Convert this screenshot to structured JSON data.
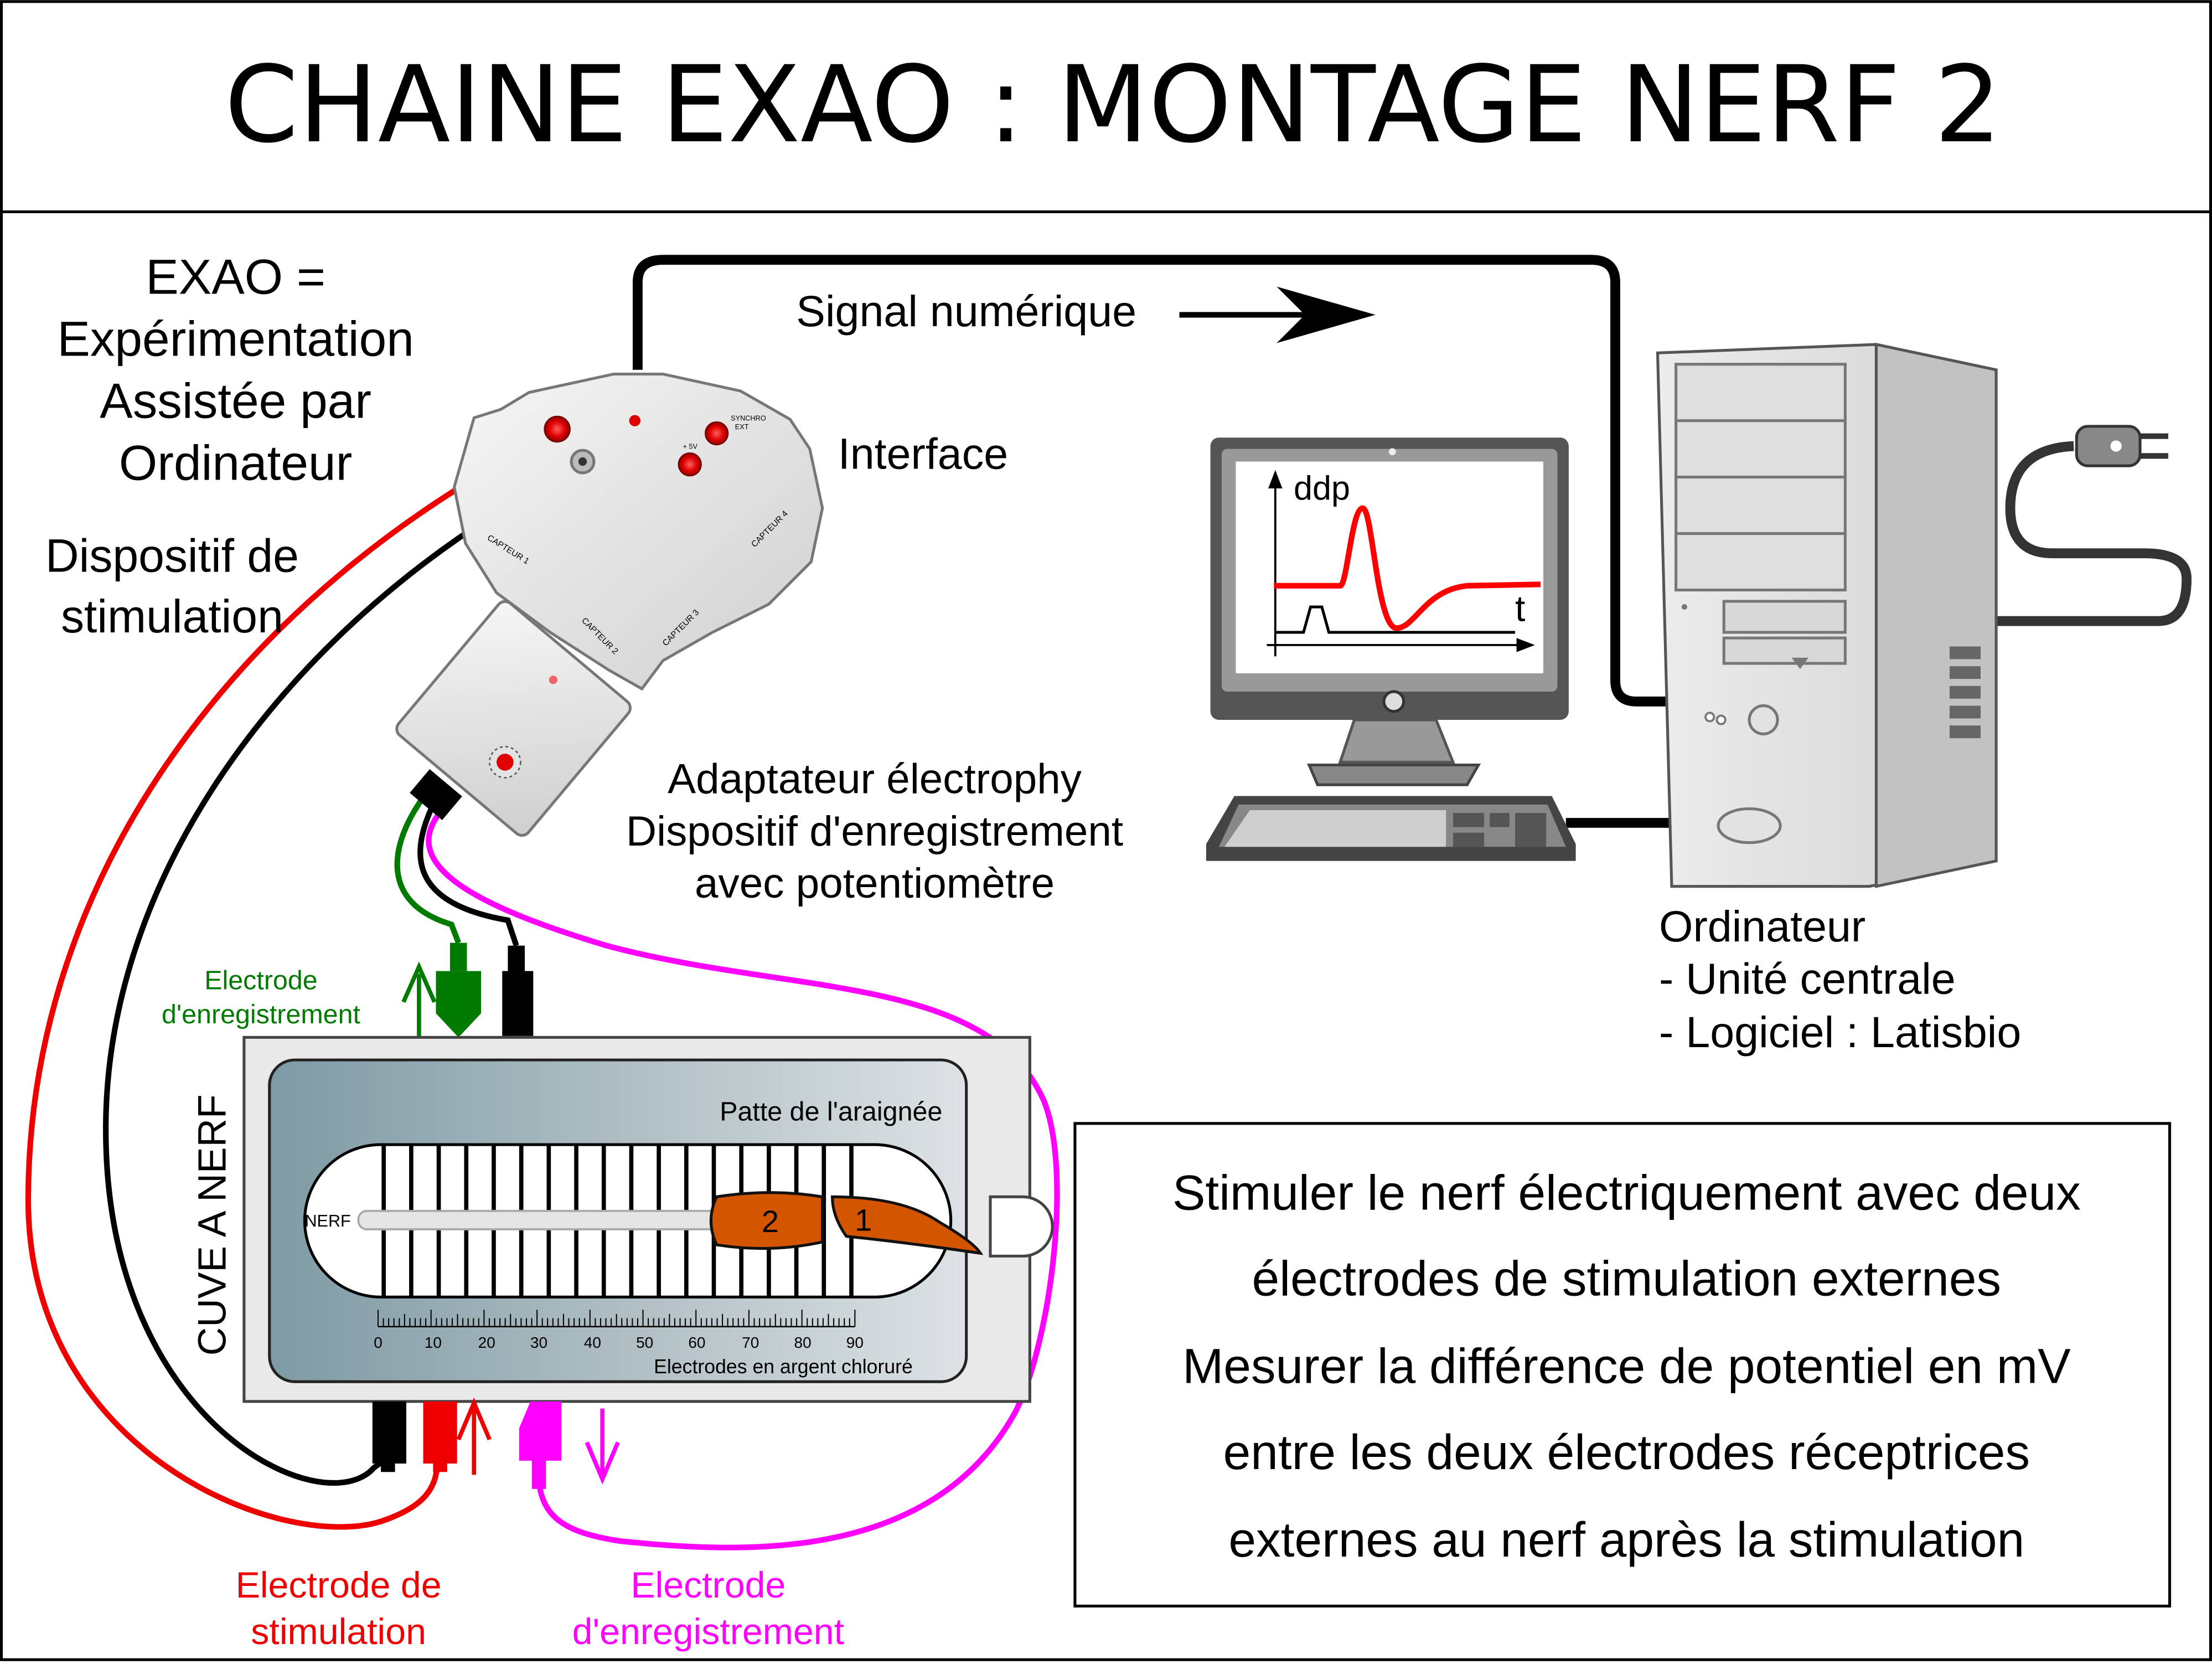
{
  "title": "CHAINE EXAO : MONTAGE NERF 2",
  "exao": {
    "line1": "EXAO =",
    "line2": "Expérimentation",
    "line3": "Assistée par",
    "line4": "Ordinateur"
  },
  "stim_device": {
    "line1": "Dispositif de",
    "line2": "stimulation"
  },
  "signal_label": "Signal numérique",
  "interface": {
    "label": "Interface",
    "synchro1": "SYNCHRO",
    "synchro2": "EXT",
    "plus5v": "+ 5V",
    "capteur1": "CAPTEUR 1",
    "capteur2": "CAPTEUR 2",
    "capteur3": "CAPTEUR 3",
    "capteur4": "CAPTEUR 4"
  },
  "adapter": {
    "line1": "Adaptateur électrophy",
    "line2": "Dispositif d'enregistrement",
    "line3": "avec potentiomètre"
  },
  "screen": {
    "ylabel": "ddp",
    "xlabel": "t"
  },
  "computer": {
    "line1": "Ordinateur",
    "line2": "- Unité centrale",
    "line3": "- Logiciel : Latisbio"
  },
  "electrode_green": {
    "line1": "Electrode",
    "line2": "d'enregistrement"
  },
  "cuve": {
    "side_label": "CUVE A NERF",
    "patte": "Patte de l'araignée",
    "nerf": "NERF",
    "seg2": "2",
    "seg1": "1",
    "electrodes_label": "Electrodes en argent chloruré",
    "ruler_labels": [
      "0",
      "10",
      "20",
      "30",
      "40",
      "50",
      "60",
      "70",
      "80",
      "90"
    ]
  },
  "electrode_red": {
    "line1": "Electrode de",
    "line2": "stimulation"
  },
  "electrode_magenta": {
    "line1": "Electrode",
    "line2": "d'enregistrement"
  },
  "description": {
    "line1": "Stimuler le nerf électriquement avec deux",
    "line2": "électrodes de stimulation externes",
    "line3": "Mesurer la différence de potentiel en mV",
    "line4": "entre les deux électrodes réceptrices",
    "line5": "externes au nerf après la stimulation"
  },
  "colors": {
    "stim": "#ee0000",
    "record_green": "#007a00",
    "record_magenta": "#ff00ff",
    "nerve": "#d45500",
    "trace": "#ff0000"
  }
}
